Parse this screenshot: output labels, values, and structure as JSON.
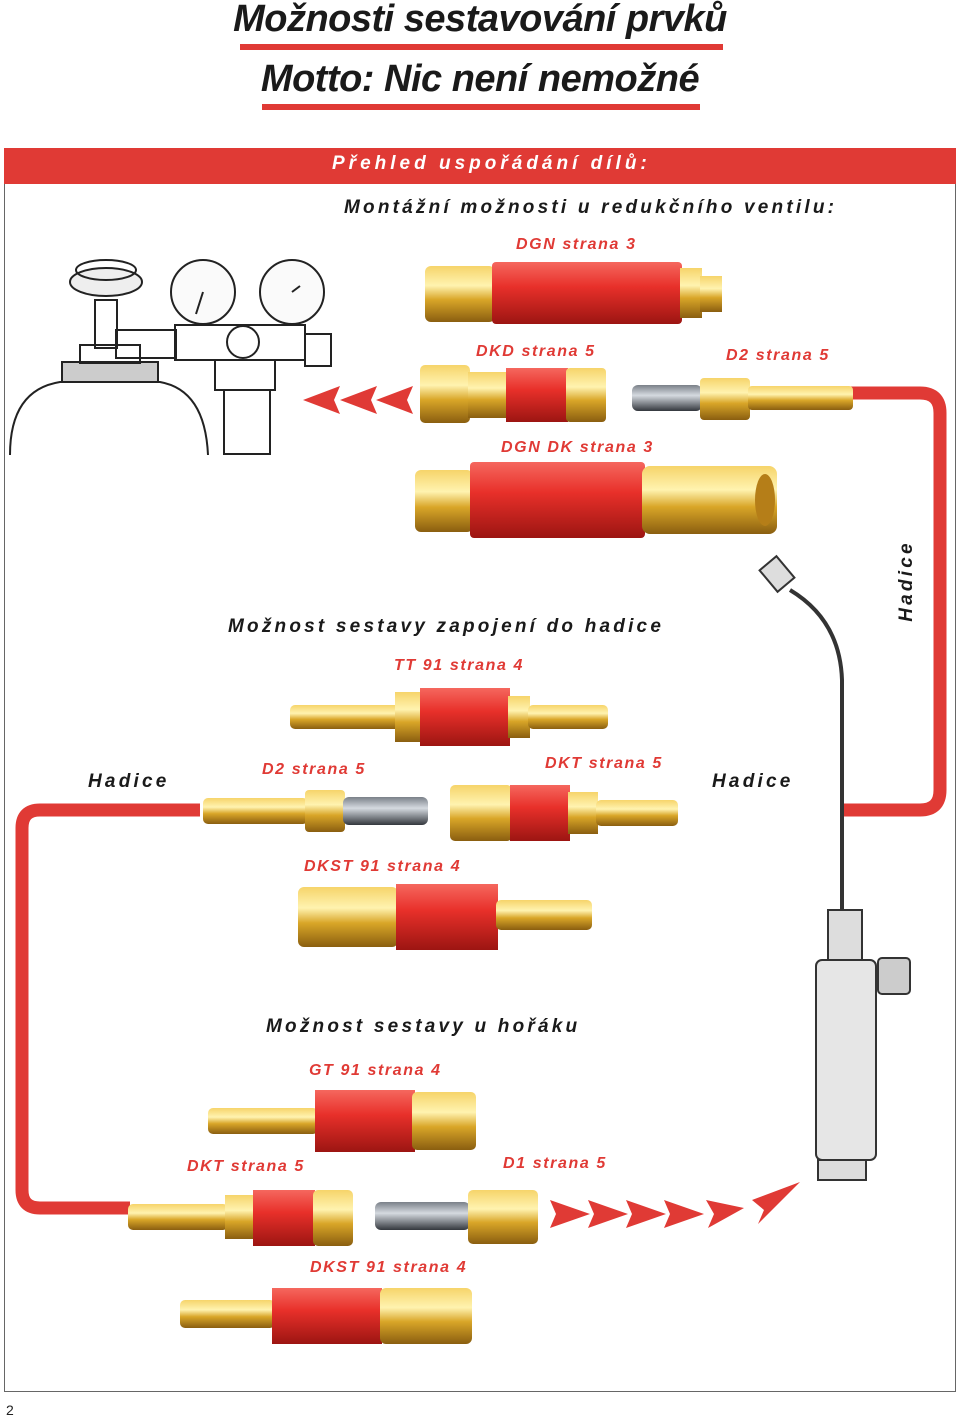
{
  "header": {
    "title": "Možnosti sestavování prvků",
    "subtitle": "Motto: Nic není nemožné"
  },
  "banner": "Přehled uspořádání dílů:",
  "sections": {
    "regulator": "Montážní možnosti u redukčního ventilu:",
    "hose": "Možnost sestavy zapojení do hadice",
    "torch": "Možnost sestavy u hořáku"
  },
  "parts": {
    "dgn": "DGN strana 3",
    "dkd": "DKD strana 5",
    "d2_top": "D2 strana 5",
    "dgn_dk": "DGN  DK strana 3",
    "tt91": "TT 91 strana 4",
    "d2_mid": "D2 strana 5",
    "dkt_mid": "DKT strana 5",
    "dkst91_mid": "DKST 91 strana 4",
    "gt91": "GT 91 strana 4",
    "dkt_low": "DKT strana 5",
    "d1": "D1 strana 5",
    "dkst91_low": "DKST 91 strana 4"
  },
  "hose_labels": {
    "left": "Hadice",
    "middle": "Hadice",
    "vertical": "Hadice"
  },
  "page_number": "2",
  "colors": {
    "accent": "#e03a35",
    "brass": "#d9a628",
    "text": "#1a1a1a"
  }
}
